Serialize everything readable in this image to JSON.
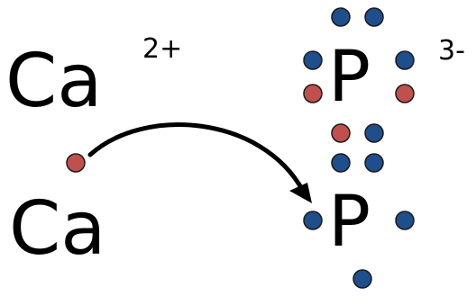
{
  "symbols": {
    "ca_top": "Ca",
    "ca_bottom": "Ca",
    "p_top": "P",
    "p_bottom": "P"
  },
  "charges": {
    "ca": "2+",
    "p": "3-"
  },
  "colors": {
    "blue_electron": "#1f4e8c",
    "red_electron": "#c0504d",
    "electron_outline": "#1a1a1a",
    "arrow": "#000000",
    "text": "#000000"
  }
}
